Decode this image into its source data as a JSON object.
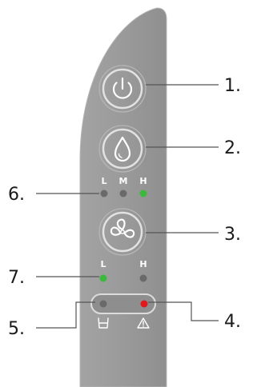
{
  "colors": {
    "panel": "#9a9a9a",
    "panel_edge": "#b5b5b5",
    "led_off": "#6a6a6a",
    "led_green": "#3cb83c",
    "led_red": "#e01a1a",
    "icon": "#ffffff",
    "text": "#1a1a1a"
  },
  "buttons": [
    {
      "icon": "power-icon"
    },
    {
      "icon": "water-drop-icon"
    },
    {
      "icon": "fan-icon"
    }
  ],
  "humidity_leds": {
    "letters": [
      "L",
      "M",
      "H"
    ],
    "states": [
      "off",
      "off",
      "green"
    ]
  },
  "fan_leds": {
    "letters": [
      "L",
      "H"
    ],
    "states": [
      "green",
      "off"
    ]
  },
  "indicator_leds": {
    "states": [
      "off",
      "red"
    ],
    "icons": [
      "tank-icon",
      "warning-icon"
    ]
  },
  "callouts": [
    "1.",
    "2.",
    "3.",
    "4.",
    "5.",
    "6.",
    "7."
  ]
}
